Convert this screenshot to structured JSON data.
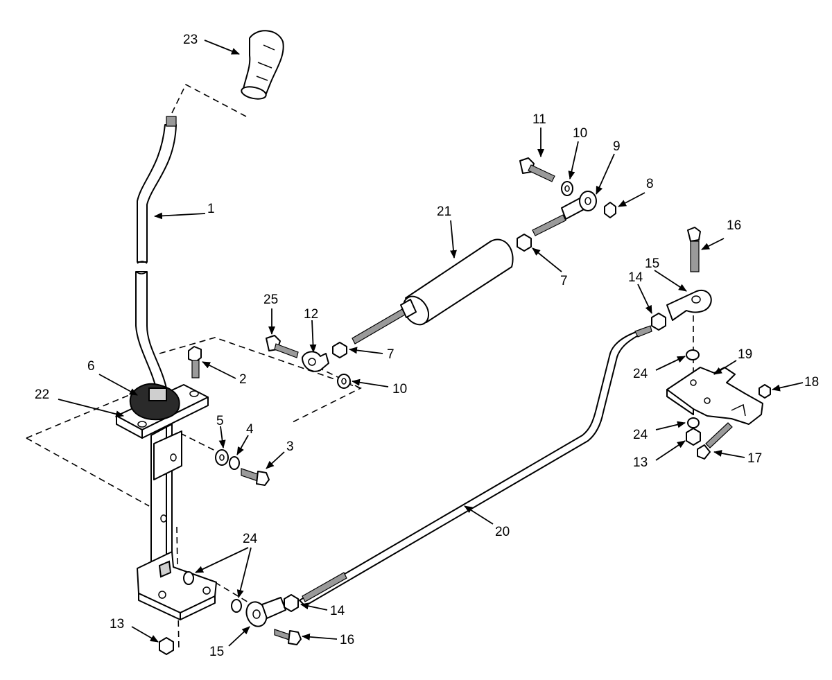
{
  "callouts": [
    {
      "label": "1"
    },
    {
      "label": "2"
    },
    {
      "label": "3"
    },
    {
      "label": "4"
    },
    {
      "label": "5"
    },
    {
      "label": "6"
    },
    {
      "label": "7"
    },
    {
      "label": "7"
    },
    {
      "label": "8"
    },
    {
      "label": "9"
    },
    {
      "label": "10"
    },
    {
      "label": "10"
    },
    {
      "label": "11"
    },
    {
      "label": "12"
    },
    {
      "label": "13"
    },
    {
      "label": "13"
    },
    {
      "label": "14"
    },
    {
      "label": "14"
    },
    {
      "label": "15"
    },
    {
      "label": "15"
    },
    {
      "label": "16"
    },
    {
      "label": "16"
    },
    {
      "label": "17"
    },
    {
      "label": "18"
    },
    {
      "label": "19"
    },
    {
      "label": "20"
    },
    {
      "label": "21"
    },
    {
      "label": "22"
    },
    {
      "label": "23"
    },
    {
      "label": "24"
    },
    {
      "label": "24"
    },
    {
      "label": "24"
    },
    {
      "label": "25"
    }
  ]
}
